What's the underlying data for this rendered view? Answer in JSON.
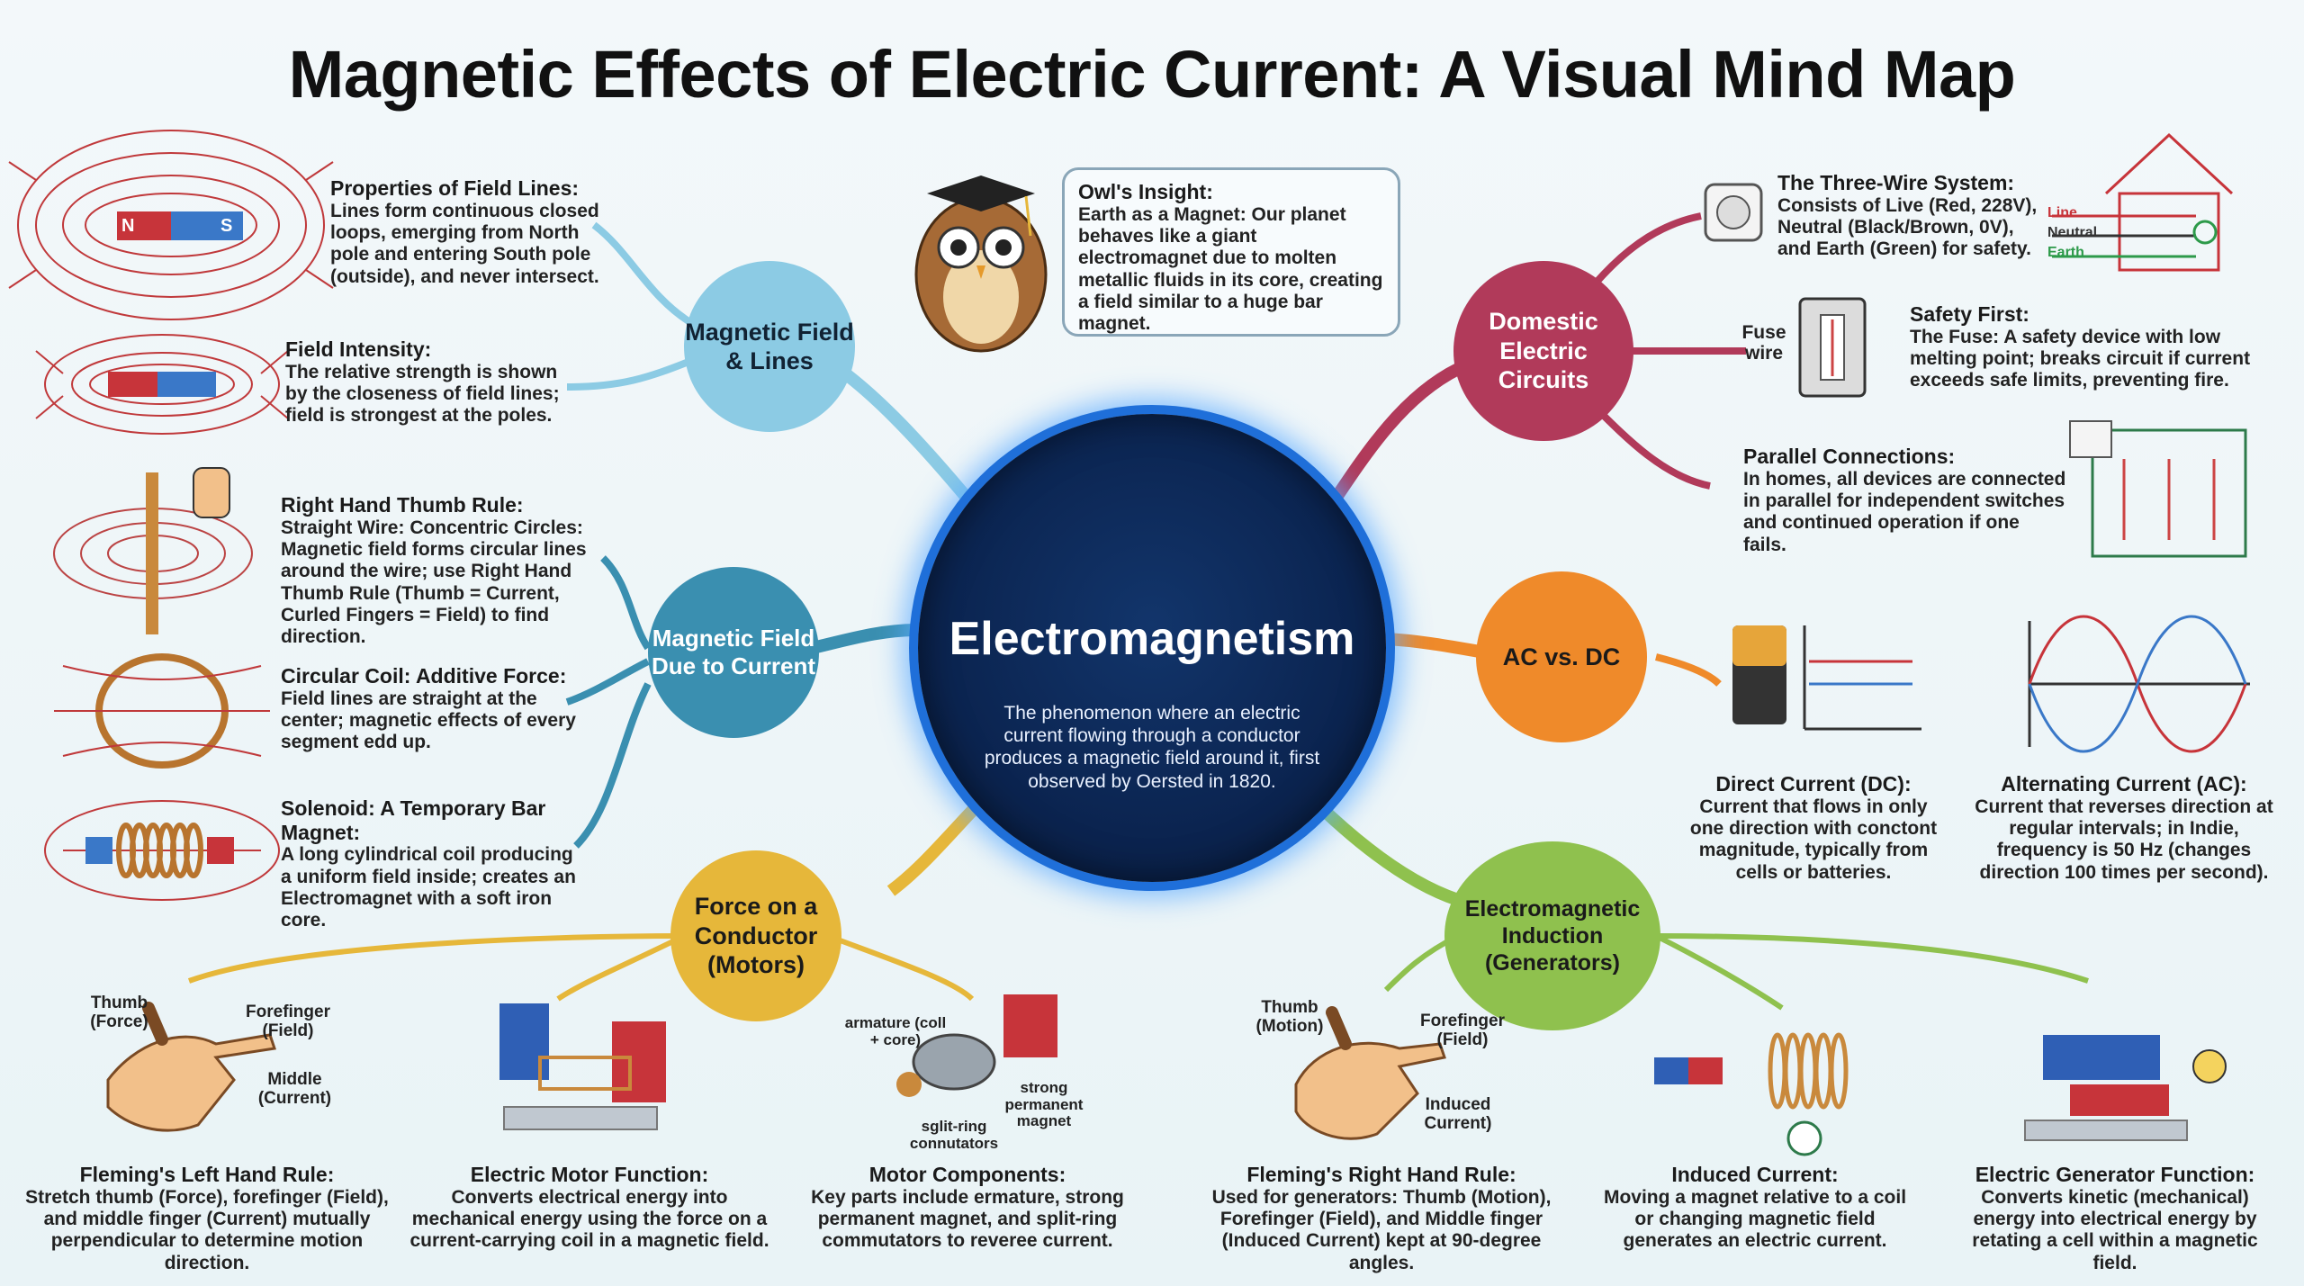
{
  "title": "Magnetic Effects of Electric Current: A Visual Mind Map",
  "center": {
    "title": "Electromagnetism",
    "description": "The phenomenon where an electric current flowing through a conductor produces a magnetic field around it, first observed by Oersted in 1820."
  },
  "owl": {
    "heading": "Owl's Insight:",
    "text": "Earth as a Magnet: Our planet behaves like a giant electromagnet due to molten metallic fluids in its core, creating a field similar to a huge bar magnet."
  },
  "branches": {
    "field_lines": {
      "label": "Magnetic Field & Lines",
      "color": "#8ccbe4",
      "items": [
        {
          "heading": "Properties of Field Lines:",
          "text": "Lines form continuous closed loops, emerging from North pole and entering South pole (outside), and never intersect."
        },
        {
          "heading": "Field Intensity:",
          "text": "The relative strength is shown by the closeness of field lines; field is strongest at the poles."
        }
      ]
    },
    "field_current": {
      "label": "Magnetic Field Due to Current",
      "color": "#3a8fb0",
      "items": [
        {
          "heading": "Right Hand Thumb Rule:",
          "text": "Straight Wire: Concentric Circles: Magnetic field forms circular lines around the wire; use Right Hand Thumb Rule (Thumb = Current, Curled Fingers = Field) to find direction."
        },
        {
          "heading": "Circular Coil: Additive Force:",
          "text": "Field lines are straight at the center; magnetic effects of every segment edd up."
        },
        {
          "heading": "Solenoid: A Temporary Bar Magnet:",
          "text": "A long cylindrical coil producing a uniform field inside; creates an Electromagnet with a soft iron core."
        }
      ]
    },
    "force": {
      "label": "Force on a Conductor (Motors)",
      "color": "#e6b73a",
      "items": [
        {
          "heading": "Fleming's Left Hand Rule:",
          "text": "Stretch thumb (Force), forefinger (Field), and middle finger (Current) mutually perpendicular to determine motion direction."
        },
        {
          "heading": "Electric Motor Function:",
          "text": "Converts electrical energy into mechanical energy using the force on a current-carrying coil in a magnetic field."
        },
        {
          "heading": "Motor Components:",
          "text": "Key parts include ermature, strong permanent magnet, and split-ring commutators to reveree current."
        }
      ],
      "hand_labels": {
        "thumb": "Thumb (Force)",
        "forefinger": "Forefinger (Field)",
        "middle": "Middle (Current)"
      },
      "motor_labels": {
        "armature": "armature (coll + core)",
        "magnet": "strong permanent magnet",
        "ring": "sglit-ring connutators"
      }
    },
    "domestic": {
      "label": "Domestic Electric Circuits",
      "color": "#b13a5a",
      "items": [
        {
          "heading": "The Three-Wire System:",
          "text": "Consists of Live (Red, 228V), Neutral (Black/Brown, 0V), and Earth (Green) for safety."
        },
        {
          "heading": "Safety First:",
          "text": "The Fuse: A safety device with low melting point; breaks circuit if current exceeds safe limits, preventing fire."
        },
        {
          "heading": "Parallel Connections:",
          "text": "In homes, all devices are connected in parallel for independent switches and continued operation if one fails."
        }
      ],
      "wire_labels": [
        "Line",
        "Neutral",
        "Earth"
      ],
      "fuse_label": "Fuse wire"
    },
    "acdc": {
      "label": "AC vs. DC",
      "color": "#ef8a2a",
      "items": [
        {
          "heading": "Direct Current (DC):",
          "text": "Current that flows in only one direction with conctont magnitude, typically from cells or batteries."
        },
        {
          "heading": "Alternating Current (AC):",
          "text": "Current that reverses direction at regular intervals; in Indie, frequency is 50 Hz (changes direction 100 times per second)."
        }
      ]
    },
    "induction": {
      "label": "Electromagnetic Induction (Generators)",
      "color": "#8fc14e",
      "items": [
        {
          "heading": "Fleming's Right Hand Rule:",
          "text": "Used for generators: Thumb (Motion), Forefinger (Field), and Middle finger (Induced Current) kept at 90-degree angles."
        },
        {
          "heading": "Induced Current:",
          "text": "Moving a magnet relative to a coil or changing magnetic field generates an electric current."
        },
        {
          "heading": "Electric Generator Function:",
          "text": "Converts kinetic (mechanical) energy into electrical energy by retating a cell within a magnetic field."
        }
      ],
      "hand_labels": {
        "thumb": "Thumb (Motion)",
        "forefinger": "Forefinger (Field)",
        "middle": "Induced Current)"
      }
    }
  },
  "magnet_poles": {
    "n": "N",
    "s": "S"
  }
}
